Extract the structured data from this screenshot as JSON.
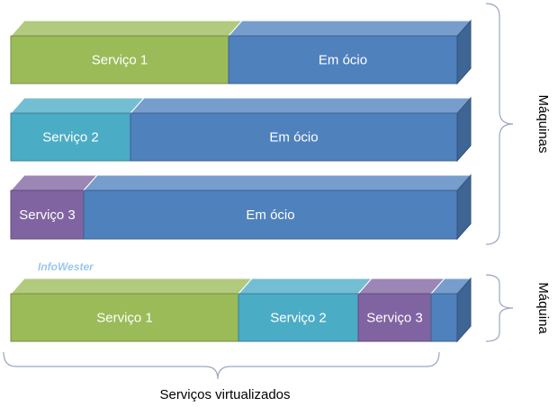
{
  "colors": {
    "green": "#9bbb59",
    "blue": "#4f81bd",
    "teal": "#4bacc6",
    "purple": "#8064a2"
  },
  "machines": [
    {
      "segments": [
        {
          "label": "Serviço 1",
          "color": "green"
        },
        {
          "label": "Em ócio",
          "color": "blue"
        }
      ]
    },
    {
      "segments": [
        {
          "label": "Serviço 2",
          "color": "teal"
        },
        {
          "label": "Em ócio",
          "color": "blue"
        }
      ]
    },
    {
      "segments": [
        {
          "label": "Serviço 3",
          "color": "purple"
        },
        {
          "label": "Em ócio",
          "color": "blue"
        }
      ]
    }
  ],
  "virtualized": {
    "segments": [
      {
        "label": "Serviço 1",
        "color": "green"
      },
      {
        "label": "Serviço 2",
        "color": "teal"
      },
      {
        "label": "Serviço 3",
        "color": "purple"
      },
      {
        "label": "",
        "color": "blue"
      }
    ]
  },
  "labels": {
    "machines_brace": "Máquinas",
    "machine_brace": "Máquina",
    "bottom_brace": "Serviços virtualizados",
    "watermark": "InfoWester"
  }
}
